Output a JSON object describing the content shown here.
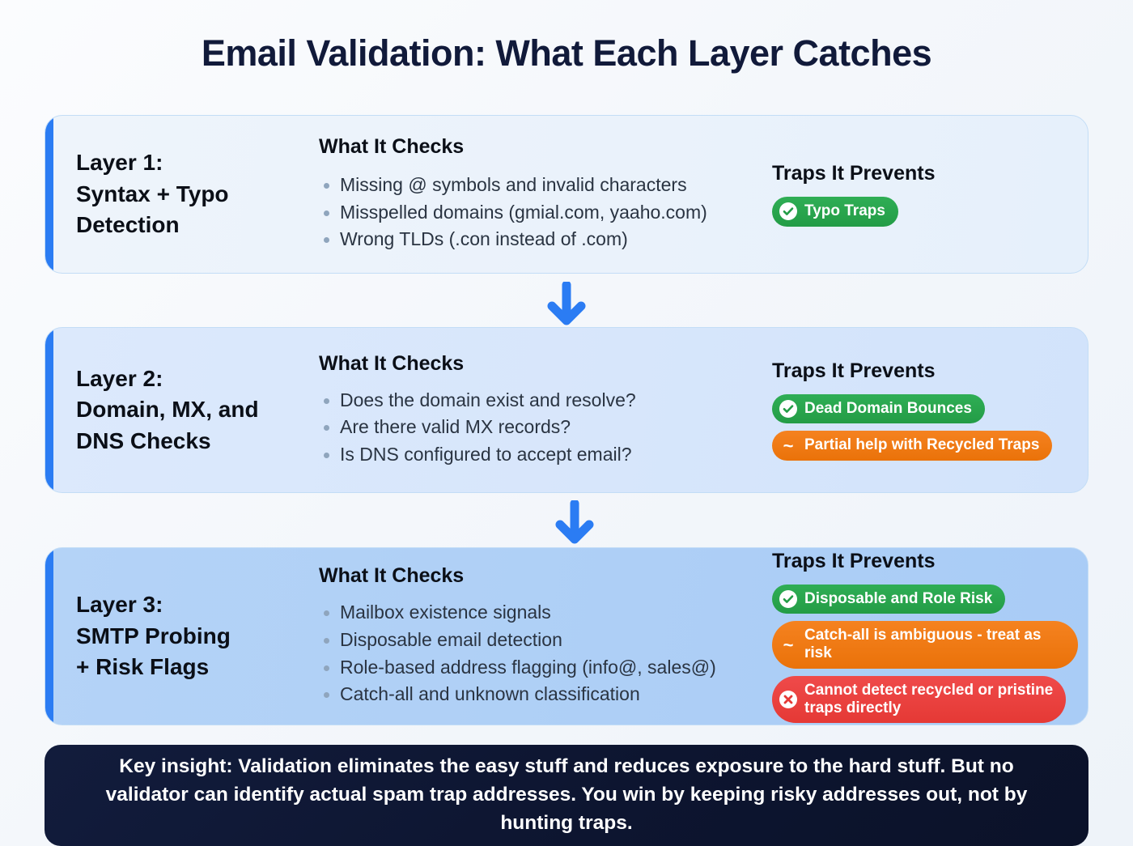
{
  "title": "Email Validation: What Each Layer Catches",
  "colors": {
    "accent_blue": "#2b7cf3",
    "green_badge": "#2fae55",
    "orange_badge": "#f58220",
    "red_badge": "#ef4a4a",
    "title_navy": "#111a3a",
    "insight_bg": "#121c3c"
  },
  "column_headings": {
    "checks": "What It Checks",
    "traps": "Traps It Prevents"
  },
  "layers": [
    {
      "label": "Layer 1:\nSyntax + Typo\nDetection",
      "checks_heading": "What It Checks",
      "checks": [
        "Missing @ symbols and invalid characters",
        "Misspelled domains (gmial.com, yaaho.com)",
        "Wrong TLDs (.con instead of .com)"
      ],
      "traps_heading": "Traps It Prevents",
      "traps": [
        {
          "text": "Typo Traps",
          "status": "positive",
          "icon": "check-circle-icon"
        }
      ]
    },
    {
      "label": "Layer 2:\nDomain, MX, and\nDNS Checks",
      "checks_heading": "What It Checks",
      "checks": [
        "Does the domain exist and resolve?",
        "Are there valid MX records?",
        "Is DNS configured to accept email?"
      ],
      "traps_heading": "Traps It Prevents",
      "traps": [
        {
          "text": "Dead Domain Bounces",
          "status": "positive",
          "icon": "check-circle-icon"
        },
        {
          "text": "Partial help with Recycled Traps",
          "status": "partial",
          "icon": "tilde-icon"
        }
      ]
    },
    {
      "label": "Layer 3:\nSMTP Probing\n+ Risk Flags",
      "checks_heading": "What It Checks",
      "checks": [
        "Mailbox existence signals",
        "Disposable email detection",
        "Role-based address flagging (info@, sales@)",
        "Catch-all and unknown classification"
      ],
      "traps_heading": "Traps It Prevents",
      "traps": [
        {
          "text": "Disposable and Role Risk",
          "status": "positive",
          "icon": "check-circle-icon"
        },
        {
          "text": "Catch-all is ambiguous - treat as risk",
          "status": "partial",
          "icon": "tilde-icon"
        },
        {
          "text": "Cannot detect recycled or pristine\ntraps directly",
          "status": "negative",
          "icon": "x-circle-icon"
        }
      ]
    }
  ],
  "flow_arrows": [
    {
      "name": "arrow-layer1-to-layer2"
    },
    {
      "name": "arrow-layer2-to-layer3"
    }
  ],
  "insight": {
    "text": "Key insight: Validation eliminates the easy stuff and reduces exposure to the hard stuff. But no validator can identify actual spam trap addresses. You win by keeping risky addresses out, not by hunting traps."
  }
}
